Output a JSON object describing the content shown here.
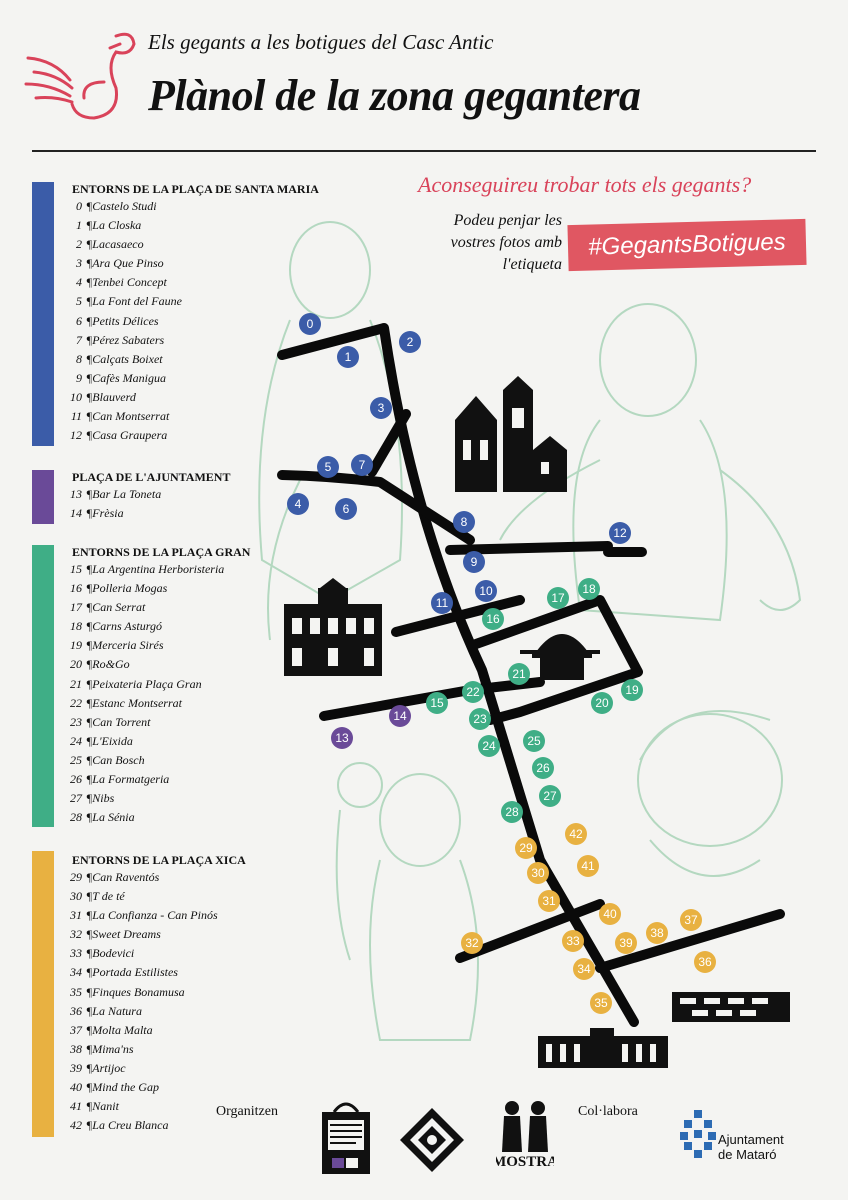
{
  "header": {
    "subtitle": "Els gegants a les botigues del Casc Antic",
    "title": "Plànol de la zona gegantera"
  },
  "callout": {
    "question": "Aconseguireu trobar tots els gegants?",
    "upload": "Podeu penjar les vostres fotos amb l'etiqueta",
    "hashtag": "#GegantsBotigues"
  },
  "colors": {
    "santa_maria": "#3b5ca8",
    "ajuntament": "#6a4a98",
    "placa_gran": "#3fae86",
    "placa_xica": "#e8b141",
    "accent": "#d9435a",
    "giants_sketch": "#9fcfb0"
  },
  "sections": [
    {
      "id": "santa_maria",
      "title": "ENTORNS DE LA PLAÇA DE SANTA MARIA",
      "items": [
        {
          "n": "0",
          "name": "Castelo Studi"
        },
        {
          "n": "1",
          "name": "La Closka"
        },
        {
          "n": "2",
          "name": "Lacasaeco"
        },
        {
          "n": "3",
          "name": "Ara Que Pinso"
        },
        {
          "n": "4",
          "name": "Tenbei Concept"
        },
        {
          "n": "5",
          "name": "La Font del Faune"
        },
        {
          "n": "6",
          "name": "Petits Délices"
        },
        {
          "n": "7",
          "name": "Pérez Sabaters"
        },
        {
          "n": "8",
          "name": "Calçats Boixet"
        },
        {
          "n": "9",
          "name": "Cafès Manigua"
        },
        {
          "n": "10",
          "name": "Blauverd"
        },
        {
          "n": "11",
          "name": "Can Montserrat"
        },
        {
          "n": "12",
          "name": "Casa Graupera"
        }
      ]
    },
    {
      "id": "ajuntament",
      "title": "PLAÇA DE L'AJUNTAMENT",
      "items": [
        {
          "n": "13",
          "name": "Bar La Toneta"
        },
        {
          "n": "14",
          "name": "Frèsia"
        }
      ]
    },
    {
      "id": "placa_gran",
      "title": "ENTORNS DE LA PLAÇA GRAN",
      "items": [
        {
          "n": "15",
          "name": "La Argentina Herboristeria"
        },
        {
          "n": "16",
          "name": "Polleria Mogas"
        },
        {
          "n": "17",
          "name": "Can Serrat"
        },
        {
          "n": "18",
          "name": "Carns Asturgó"
        },
        {
          "n": "19",
          "name": "Merceria Sirés"
        },
        {
          "n": "20",
          "name": "Ro&Go"
        },
        {
          "n": "21",
          "name": "Peixateria Plaça Gran"
        },
        {
          "n": "22",
          "name": "Estanc Montserrat"
        },
        {
          "n": "23",
          "name": "Can Torrent"
        },
        {
          "n": "24",
          "name": "L'Eixida"
        },
        {
          "n": "25",
          "name": "Can Bosch"
        },
        {
          "n": "26",
          "name": "La Formatgeria"
        },
        {
          "n": "27",
          "name": "Nibs"
        },
        {
          "n": "28",
          "name": "La Sénia"
        }
      ]
    },
    {
      "id": "placa_xica",
      "title": "ENTORNS DE LA PLAÇA XICA",
      "items": [
        {
          "n": "29",
          "name": "Can Raventós"
        },
        {
          "n": "30",
          "name": "T de té"
        },
        {
          "n": "31",
          "name": "La Confianza - Can Pinós"
        },
        {
          "n": "32",
          "name": "Sweet Dreams"
        },
        {
          "n": "33",
          "name": "Bodevici"
        },
        {
          "n": "34",
          "name": "Portada Estilistes"
        },
        {
          "n": "35",
          "name": "Finques Bonamusa"
        },
        {
          "n": "36",
          "name": "La Natura"
        },
        {
          "n": "37",
          "name": "Molta Malta"
        },
        {
          "n": "38",
          "name": "Mima'ns"
        },
        {
          "n": "39",
          "name": "Artijoc"
        },
        {
          "n": "40",
          "name": "Mind the Gap"
        },
        {
          "n": "41",
          "name": "Nanit"
        },
        {
          "n": "42",
          "name": "La Creu Blanca"
        }
      ]
    }
  ],
  "separator": "¶",
  "landmark_icons": [
    "church-icon",
    "town-hall-icon",
    "market-icon",
    "monument-icon",
    "wall-icon"
  ],
  "footer": {
    "organize_label": "Organitzen",
    "collab_label": "Col·labora",
    "ajuntament_line1": "Ajuntament",
    "ajuntament_line2": "de Mataró",
    "mostra_logo": "MOSTRA"
  }
}
